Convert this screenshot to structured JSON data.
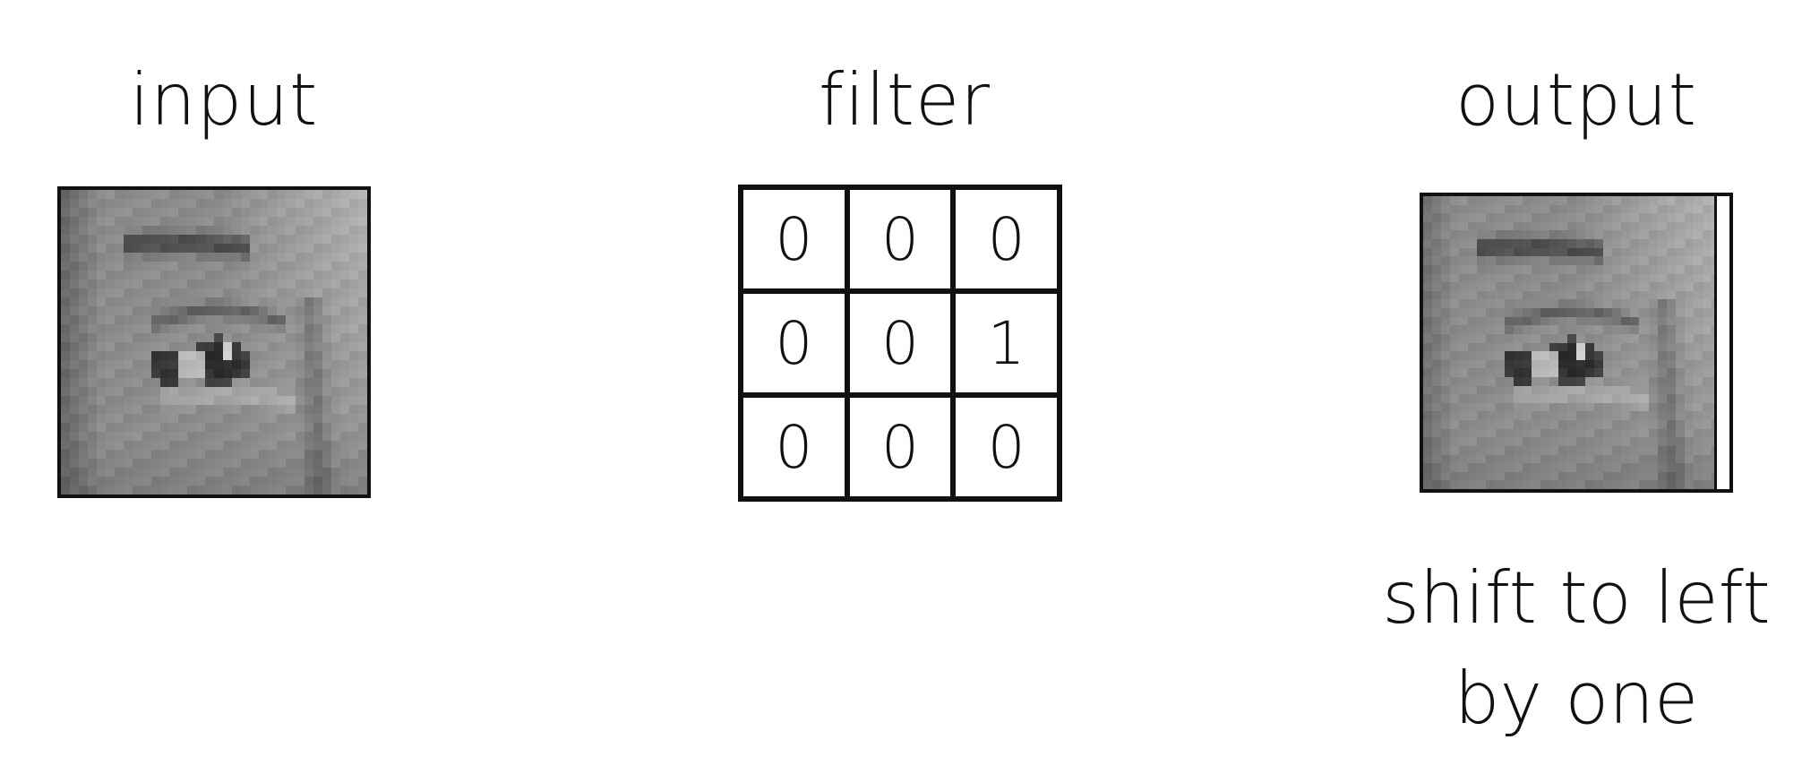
{
  "labels": {
    "input": "input",
    "filter": "filter",
    "output": "output"
  },
  "filter": {
    "cells": [
      "0",
      "0",
      "0",
      "0",
      "0",
      "1",
      "0",
      "0",
      "0"
    ]
  },
  "caption": {
    "line1": "shift to left",
    "line2": "by one"
  }
}
